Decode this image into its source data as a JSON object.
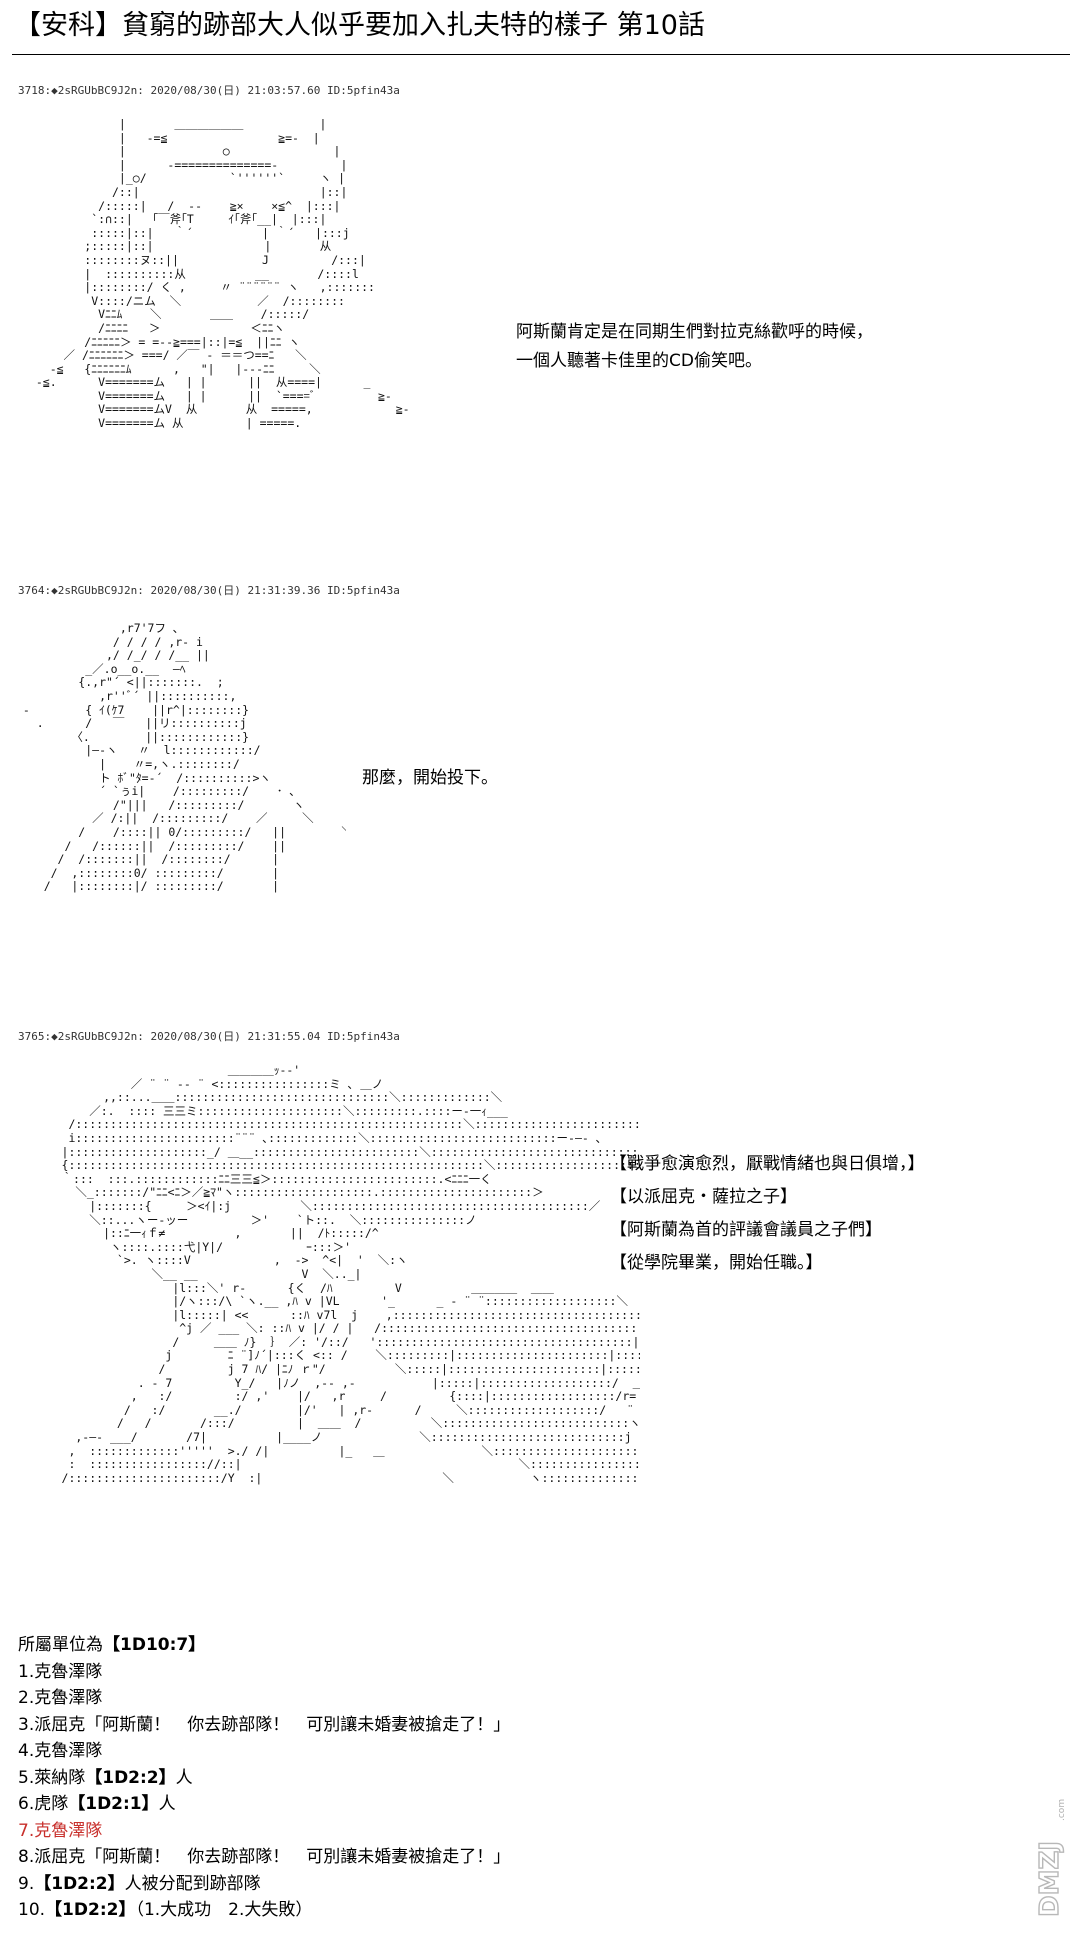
{
  "title": "【安科】貧窮的跡部大人似乎要加入扎夫特的樣子 第10話",
  "posts": [
    {
      "header": "3718:◆2sRGUbBC9J2n: 2020/08/30(日) 21:03:57.60 ID:5pfin43a",
      "lines": [
        "阿斯蘭肯定是在同期生們對拉克絲歡呼的時候，",
        "一個人聽著卡佳里的CD偷笑吧。"
      ]
    },
    {
      "header": "3764:◆2sRGUbBC9J2n: 2020/08/30(日) 21:31:39.36 ID:5pfin43a",
      "lines": [
        "那麼，開始投下。"
      ]
    },
    {
      "header": "3765:◆2sRGUbBC9J2n: 2020/08/30(日) 21:31:55.04 ID:5pfin43a",
      "lines": [
        "【戰爭愈演愈烈，厭戰情緒也與日俱增，】",
        "【以派屈克・薩拉之子】",
        "【阿斯蘭為首的評議會議員之子們】",
        "【從學院畢業，開始任職。】"
      ]
    }
  ],
  "list": {
    "intro_text": "所屬單位為",
    "intro_roll": "【1D10:7】",
    "items": [
      {
        "text": "1.克魯澤隊"
      },
      {
        "text": "2.克魯澤隊"
      },
      {
        "text": "3.派屈克「阿斯蘭！　你去跡部隊！　可別讓未婚妻被搶走了！」"
      },
      {
        "text": "4.克魯澤隊"
      },
      {
        "prefix": "5.萊納隊",
        "roll": "【1D2:2】",
        "suffix": "人"
      },
      {
        "prefix": "6.虎隊",
        "roll": "【1D2:1】",
        "suffix": "人"
      },
      {
        "text": "7.克魯澤隊"
      },
      {
        "text": "8.派屈克「阿斯蘭！　你去跡部隊！　可別讓未婚妻被搶走了！」"
      },
      {
        "prefix": "9.",
        "roll": "【1D2:2】",
        "suffix": "人被分配到跡部隊"
      },
      {
        "prefix": "10.",
        "roll": "【1D2:2】",
        "suffix": "（1.大成功　2.大失敗）"
      }
    ]
  },
  "colors": {
    "highlight": "#c8302c",
    "text": "#000000"
  },
  "watermark": "DMZJ.com"
}
